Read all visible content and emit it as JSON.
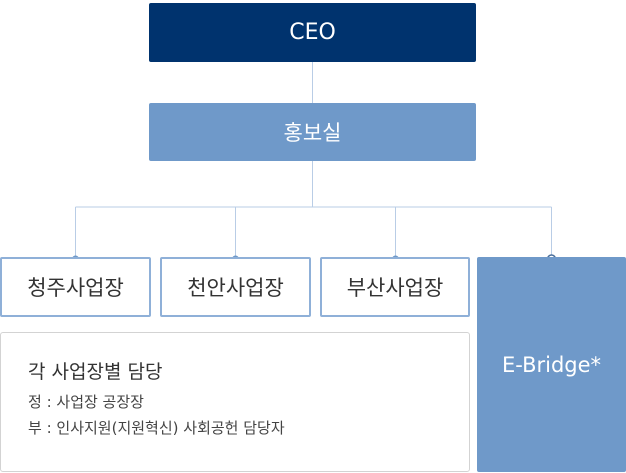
{
  "org": {
    "ceo": "CEO",
    "pr_office": "홍보실",
    "sites": [
      "청주사업장",
      "천안사업장",
      "부산사업장"
    ],
    "ebridge": "E-Bridge*"
  },
  "info": {
    "title": "각 사업장별 담당",
    "primary": "정 : 사업장 공장장",
    "secondary": "부 : 인사지원(지원혁신) 사회공헌 담당자"
  },
  "colors": {
    "ceo_bg": "#00336e",
    "accent": "#6f99c9",
    "outline": "#8fb0d8"
  }
}
